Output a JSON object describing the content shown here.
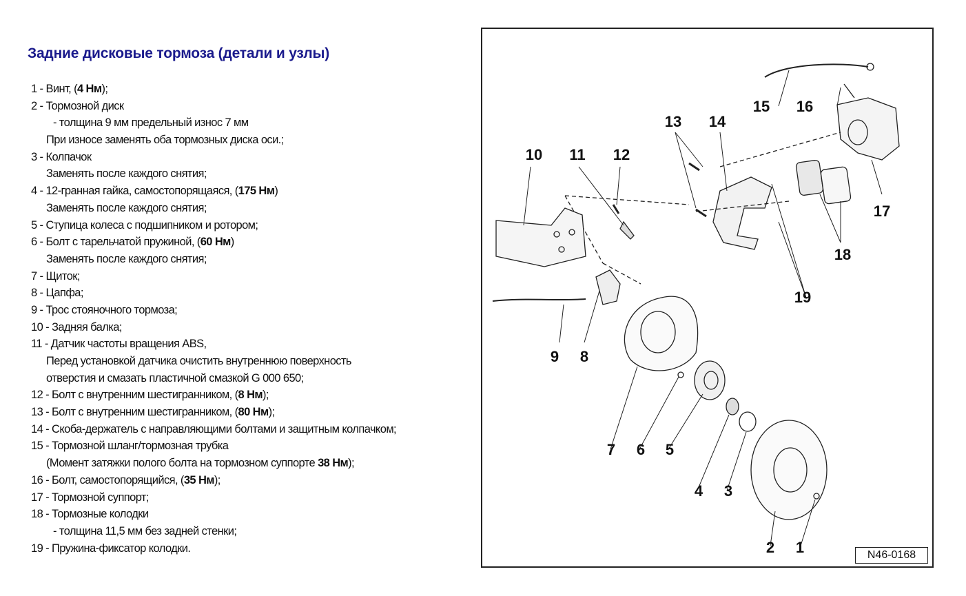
{
  "title": "Задние дисковые тормоза (детали и узлы)",
  "lines": [
    {
      "indent": 0,
      "pre": "1 - Винт, (",
      "bold": "4 Нм",
      "post": ");"
    },
    {
      "indent": 0,
      "pre": "2 - Тормозной диск",
      "bold": "",
      "post": ""
    },
    {
      "indent": 2,
      "pre": "- толщина 9 мм предельный износ 7 мм",
      "bold": "",
      "post": ""
    },
    {
      "indent": 1,
      "pre": "При износе заменять оба тормозных диска оси.;",
      "bold": "",
      "post": ""
    },
    {
      "indent": 0,
      "pre": "3 - Колпачок",
      "bold": "",
      "post": ""
    },
    {
      "indent": 1,
      "pre": "Заменять после каждого снятия;",
      "bold": "",
      "post": ""
    },
    {
      "indent": 0,
      "pre": "4 - 12-гранная гайка, самостопорящаяся, (",
      "bold": "175 Нм",
      "post": ")"
    },
    {
      "indent": 1,
      "pre": "Заменять после каждого снятия;",
      "bold": "",
      "post": ""
    },
    {
      "indent": 0,
      "pre": "5 - Ступица колеса с подшипником и ротором;",
      "bold": "",
      "post": ""
    },
    {
      "indent": 0,
      "pre": "6 - Болт с тарельчатой пружиной, (",
      "bold": "60 Нм",
      "post": ")"
    },
    {
      "indent": 1,
      "pre": "Заменять после каждого снятия;",
      "bold": "",
      "post": ""
    },
    {
      "indent": 0,
      "pre": "7 - Щиток;",
      "bold": "",
      "post": ""
    },
    {
      "indent": 0,
      "pre": "8 - Цапфа;",
      "bold": "",
      "post": ""
    },
    {
      "indent": 0,
      "pre": "9 - Трос стояночного тормоза;",
      "bold": "",
      "post": ""
    },
    {
      "indent": 0,
      "pre": "10 - Задняя балка;",
      "bold": "",
      "post": ""
    },
    {
      "indent": 0,
      "pre": "11 - Датчик частоты вращения ABS,",
      "bold": "",
      "post": ""
    },
    {
      "indent": 1,
      "pre": "Перед установкой датчика очистить внутреннюю поверхность",
      "bold": "",
      "post": ""
    },
    {
      "indent": 1,
      "pre": "отверстия и смазать пластичной смазкой G 000 650;",
      "bold": "",
      "post": ""
    },
    {
      "indent": 0,
      "pre": "12 - Болт с внутренним шестигранником, (",
      "bold": "8 Нм",
      "post": ");"
    },
    {
      "indent": 0,
      "pre": "13 - Болт с внутренним шестигранником, (",
      "bold": "80 Нм",
      "post": ");"
    },
    {
      "indent": 0,
      "pre": "14 - Скоба-держатель с направляющими болтами и защитным колпачком;",
      "bold": "",
      "post": ""
    },
    {
      "indent": 0,
      "pre": "15 - Тормозной шланг/тормозная трубка",
      "bold": "",
      "post": ""
    },
    {
      "indent": 1,
      "pre": "(Момент затяжки полого болта на тормозном суппорте ",
      "bold": "38 Нм",
      "post": ");"
    },
    {
      "indent": 0,
      "pre": "16 - Болт, самостопорящийся, (",
      "bold": "35 Нм",
      "post": ");"
    },
    {
      "indent": 0,
      "pre": "17 - Тормозной суппорт;",
      "bold": "",
      "post": ""
    },
    {
      "indent": 0,
      "pre": "18 - Тормозные колодки",
      "bold": "",
      "post": ""
    },
    {
      "indent": 2,
      "pre": "- толщина 11,5 мм без задней стенки;",
      "bold": "",
      "post": ""
    },
    {
      "indent": 0,
      "pre": "19 - Пружина-фиксатор колодки.",
      "bold": "",
      "post": ""
    }
  ],
  "diagram": {
    "callouts": [
      "15",
      "16",
      "13",
      "14",
      "10",
      "11",
      "12",
      "17",
      "18",
      "19",
      "9",
      "8",
      "7",
      "6",
      "5",
      "4",
      "3",
      "2",
      "1"
    ],
    "reference": "N46-0168"
  }
}
